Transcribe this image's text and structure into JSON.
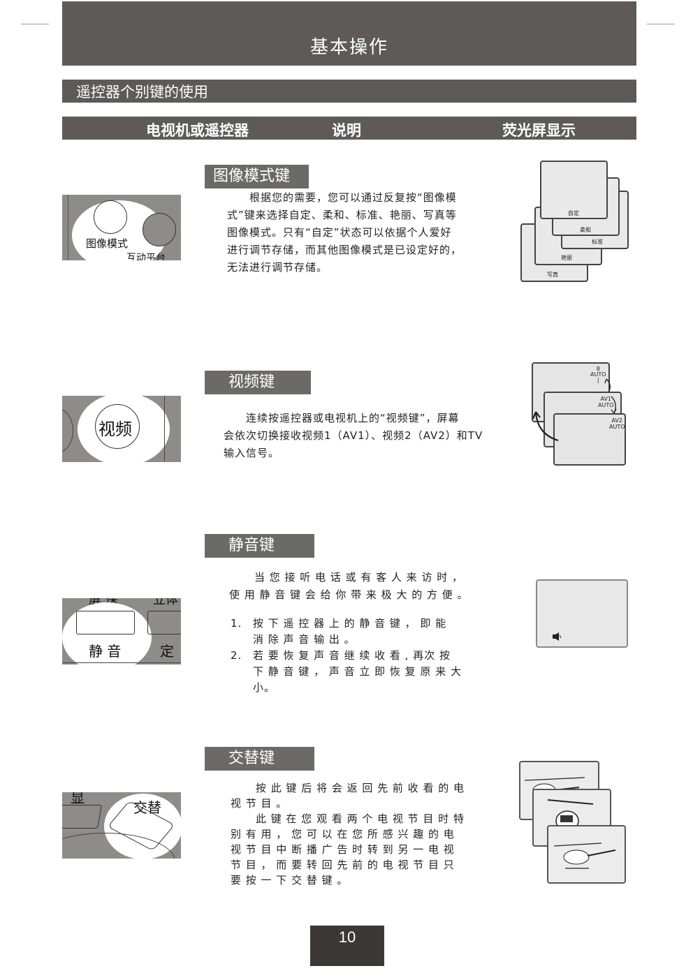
{
  "header": {
    "title": "基本操作"
  },
  "subtitle": "遥控器个别键的使用",
  "columns": {
    "col1": "电视机或遥控器",
    "col2": "说明",
    "col3": "荧光屏显示"
  },
  "sections": {
    "picture_mode": {
      "title": "图像模式键",
      "remote_label": "图像模式",
      "remote_label2": "互动平台",
      "text": [
        "根据您的需要，您可以通过反复按“图像模",
        "式”键来选择自定、柔和、标准、艳丽、写真等",
        "图像模式。只有“自定”状态可以依据个人爱好",
        "进行调节存储，而其他图像模式是已设定好的，",
        "无法进行调节存储。"
      ],
      "screens": [
        "自定",
        "柔和",
        "标准",
        "艳丽",
        "写真"
      ]
    },
    "video": {
      "title": "视频键",
      "remote_label": "视频",
      "text": [
        "连续按遥控器或电视机上的“视频键”，屏幕",
        "会依次切换接收视频1（AV1）、视频2（AV2）和TV",
        "输入信号。"
      ],
      "screen1": {
        "line1": "8",
        "line2": "AUTO",
        "line3": "|"
      },
      "screen2": {
        "line1": "AV1",
        "line2": "AUTO"
      },
      "screen3": {
        "line1": "AV2",
        "line2": "AUTO"
      }
    },
    "mute": {
      "title": "静音键",
      "remote_label": "静 音",
      "remote_top": "屏 保",
      "remote_top2": "立体",
      "remote_side": "定",
      "intro": [
        "当 您 接 听 电 话 或 有 客 人 来 访 时 ，",
        "使 用 静 音 键 会 给 你 带 来 极 大 的 方 便 。"
      ],
      "items": [
        {
          "num": "1.",
          "lines": [
            "按 下 遥 控 器 上 的 静 音 键 ， 即 能",
            "消 除 声 音 输 出 。"
          ]
        },
        {
          "num": "2.",
          "lines": [
            "若 要 恢 复 声 音 继 续 收 看 , 再次 按",
            "下 静 音 键 ， 声 音 立 即 恢 复 原 来 大",
            "小。"
          ]
        }
      ],
      "speaker_icon": "speaker-icon"
    },
    "swap": {
      "title": "交替键",
      "remote_label": "交替",
      "remote_top": "显",
      "text1": [
        "按 此 键 后 将 会 返 回 先 前 收 看 的 电",
        "视 节 目 。"
      ],
      "text2": [
        "此 键 在 您 观 看 两 个 电 视 节 目 时 特",
        "别 有 用 ， 您 可 以 在 您 所 感 兴 趣 的 电",
        "视 节 目 中 断 播 广 告 时 转 到 另 一 电 视",
        "节 目 ， 而 要 转 回 先 前 的 电 视 节 目 只",
        "要 按 一 下 交 替 键 。"
      ]
    }
  },
  "page_number": "10",
  "colors": {
    "bar": "#5d5a59",
    "section": "#6c6a69",
    "remote": "#8e8c8b",
    "page_box": "#3b3837"
  }
}
